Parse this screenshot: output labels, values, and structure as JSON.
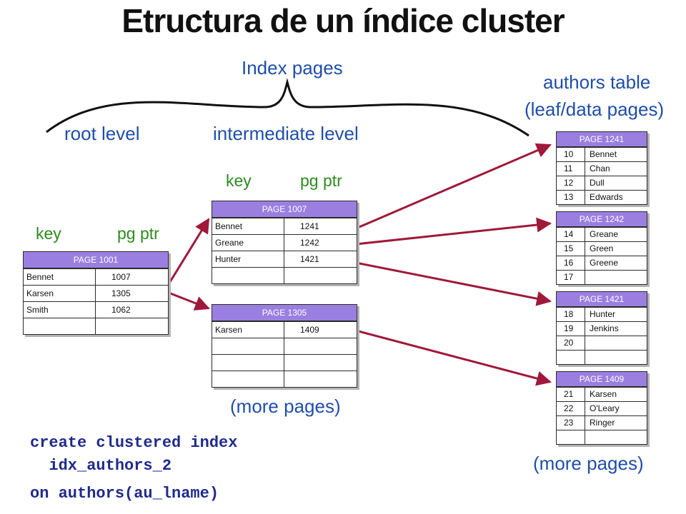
{
  "title": "Etructura de un índice  cluster",
  "labels": {
    "index_pages": "Index pages",
    "authors_table_1": "authors table",
    "authors_table_2": "(leaf/data pages)",
    "root_level": "root level",
    "intermediate_level": "intermediate level",
    "key_root": "key",
    "ptr_root": "pg ptr",
    "key_mid": "key",
    "ptr_mid": "pg ptr",
    "more_pages_mid": "(more pages)",
    "more_pages_leaf": "(more pages)"
  },
  "code": {
    "line1": "create clustered index",
    "line2": "  idx_authors_2",
    "line3": "on authors(au_lname)"
  },
  "index_pages": [
    {
      "id": "root",
      "title": "PAGE 1001",
      "rows": [
        [
          "Bennet",
          "1007"
        ],
        [
          "Karsen",
          "1305"
        ],
        [
          "Smith",
          "1062"
        ],
        [
          "",
          ""
        ]
      ]
    },
    {
      "id": "mid1",
      "title": "PAGE 1007",
      "rows": [
        [
          "Bennet",
          "1241"
        ],
        [
          "Greane",
          "1242"
        ],
        [
          "Hunter",
          "1421"
        ],
        [
          "",
          ""
        ]
      ]
    },
    {
      "id": "mid2",
      "title": "PAGE 1305",
      "rows": [
        [
          "Karsen",
          "1409"
        ],
        [
          "",
          ""
        ],
        [
          "",
          ""
        ],
        [
          "",
          ""
        ]
      ]
    }
  ],
  "data_pages": [
    {
      "id": "p1241",
      "title": "PAGE 1241",
      "rows": [
        [
          "10",
          "Bennet"
        ],
        [
          "11",
          "Chan"
        ],
        [
          "12",
          "Dull"
        ],
        [
          "13",
          "Edwards"
        ]
      ]
    },
    {
      "id": "p1242",
      "title": "PAGE 1242",
      "rows": [
        [
          "14",
          "Greane"
        ],
        [
          "15",
          "Green"
        ],
        [
          "16",
          "Greene"
        ],
        [
          "17",
          ""
        ]
      ]
    },
    {
      "id": "p1421",
      "title": "PAGE 1421",
      "rows": [
        [
          "18",
          "Hunter"
        ],
        [
          "19",
          "Jenkins"
        ],
        [
          "20",
          ""
        ],
        [
          "",
          ""
        ]
      ]
    },
    {
      "id": "p1409",
      "title": "PAGE 1409",
      "rows": [
        [
          "21",
          "Karsen"
        ],
        [
          "22",
          "O'Leary"
        ],
        [
          "23",
          "Ringer"
        ],
        [
          "",
          ""
        ]
      ]
    }
  ],
  "colors": {
    "title": "#111111",
    "label_blue": "#1f4ea8",
    "label_green": "#2e8b1e",
    "page_header": "#9b7fe0",
    "arrow": "#a0183a",
    "code": "#1f2a8a"
  }
}
